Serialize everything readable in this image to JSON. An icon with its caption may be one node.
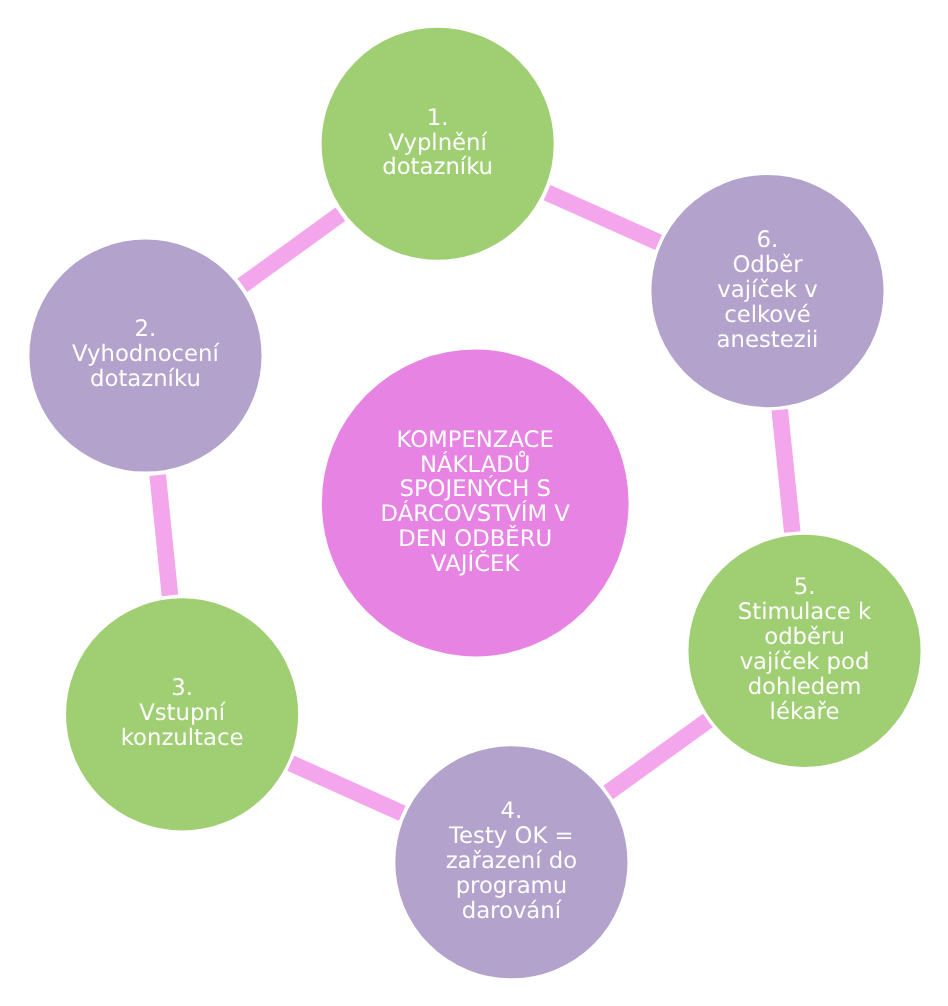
{
  "diagram": {
    "nodes": [
      {
        "text": [
          "1.",
          "Vyplnění dotazníku"
        ]
      },
      {
        "text": [
          "6.",
          "Odběr vajíček v celkové anestezii"
        ]
      },
      {
        "text": [
          "2.",
          "Vyhodnocení dotazníku"
        ]
      },
      {
        "text": [
          "KOMPENZACE NÁKLADŮ SPOJENÝCH S DÁRCOVSTVÍM V DEN ODBĚRU VAJÍČEK"
        ]
      },
      {
        "text": [
          "5.",
          "Stimulace k odběru vajíček pod dohledem lékaře"
        ]
      },
      {
        "text": [
          "3.",
          "Vstupní konzultace"
        ]
      },
      {
        "text": [
          "4.",
          "Testy OK = zařazení do programu darování"
        ]
      }
    ],
    "edges": [
      {
        "from": 0,
        "to": 2,
        "arrow": "none"
      },
      {
        "from": 2,
        "to": 5,
        "arrow": "none"
      },
      {
        "from": 5,
        "to": 6,
        "arrow": "none"
      },
      {
        "from": 6,
        "to": 4,
        "arrow": "none"
      },
      {
        "from": 4,
        "to": 1,
        "arrow": "none"
      },
      {
        "from": 1,
        "to": 0,
        "arrow": "none"
      }
    ]
  }
}
